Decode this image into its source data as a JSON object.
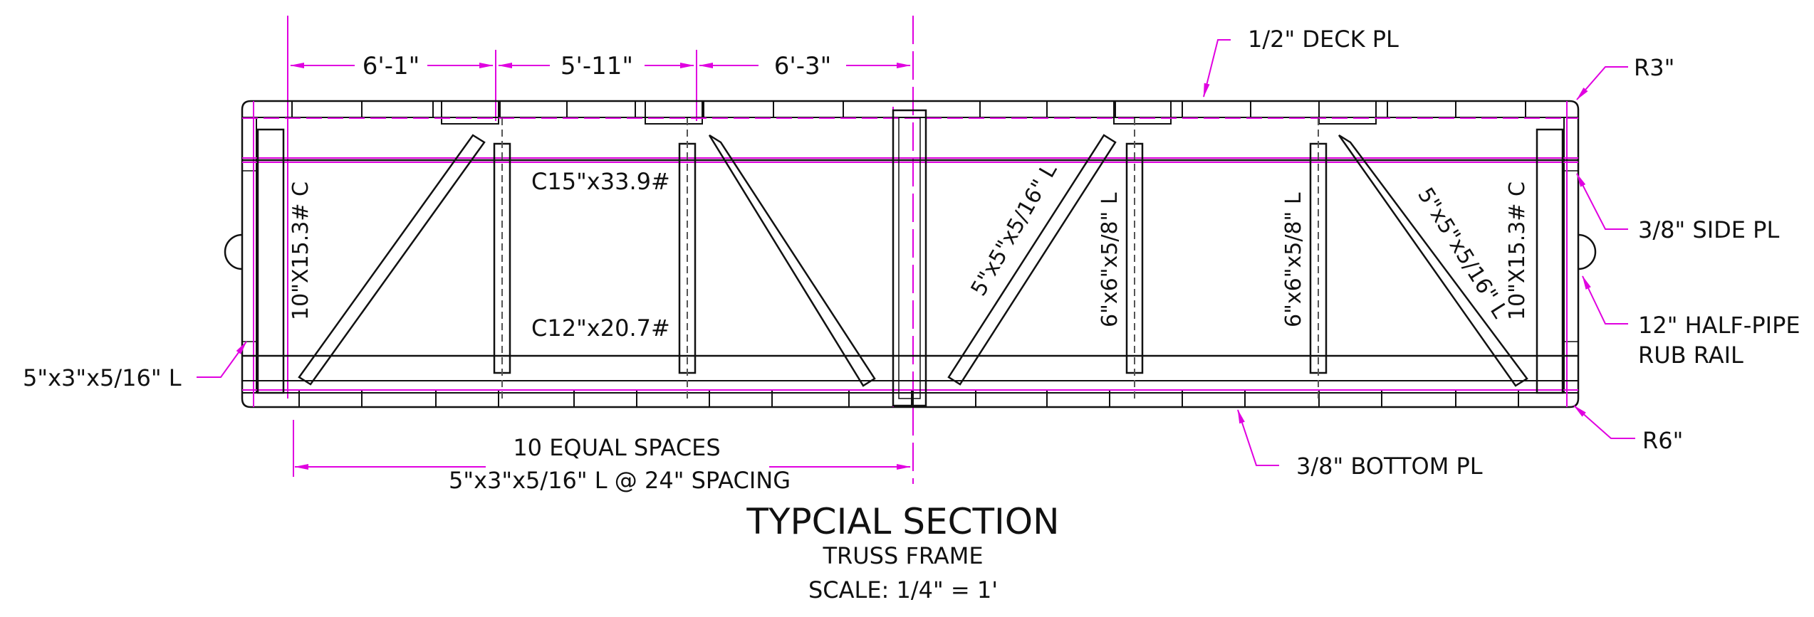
{
  "dimensions": {
    "top": [
      "6'-1\"",
      "5'-11\"",
      "6'-3\""
    ]
  },
  "labels": {
    "deck_plate": "1/2\" DECK PL",
    "top_radius": "R3\"",
    "side_plate": "3/8\" SIDE PL",
    "rub_rail_line1": "12\" HALF-PIPE",
    "rub_rail_line2": "RUB RAIL",
    "bottom_radius": "R6\"",
    "bottom_plate": "3/8\" BOTTOM PL",
    "left_angle": "5\"x3\"x5/16\" L",
    "top_chord": "C15\"x33.9#",
    "bottom_chord": "C12\"x20.7#",
    "left_channel": "10\"X15.3# C",
    "right_channel": "10\"X15.3# C",
    "diag_left": "5\"x5\"x5/16\" L",
    "diag_right": "5\"x5\"x5/16\" L",
    "vert_a": "6\"x6\"x5/8\" L",
    "vert_b": "6\"x6\"x5/8\" L",
    "spaces_line1": "10 EQUAL SPACES",
    "spaces_line2": "5\"x3\"x5/16\" L @ 24\" SPACING"
  },
  "title": {
    "main": "TYPCIAL SECTION",
    "sub": "TRUSS FRAME",
    "scale": "SCALE: 1/4\" = 1'"
  },
  "colors": {
    "dimension": "#e000e0",
    "linework": "#111111"
  }
}
